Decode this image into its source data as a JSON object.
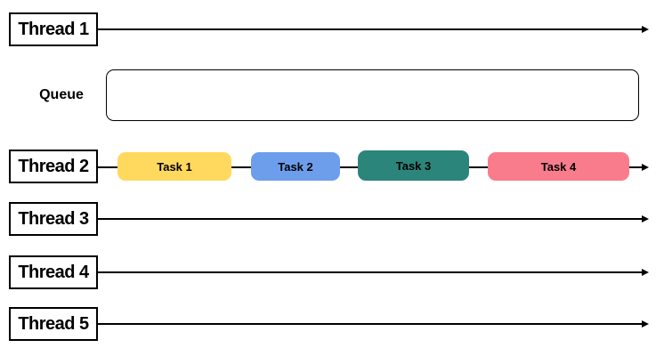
{
  "diagram": {
    "title_hint": "threads-and-queue-task-diagram",
    "threads": [
      {
        "label": "Thread 1"
      },
      {
        "label": "Thread 2"
      },
      {
        "label": "Thread 3"
      },
      {
        "label": "Thread 4"
      },
      {
        "label": "Thread 5"
      }
    ],
    "queue": {
      "label": "Queue"
    },
    "tasks": [
      {
        "label": "Task 1",
        "color": "#FFD95E"
      },
      {
        "label": "Task 2",
        "color": "#6D9EEB"
      },
      {
        "label": "Task 3",
        "color": "#2B857B"
      },
      {
        "label": "Task 4",
        "color": "#F97C8D"
      }
    ],
    "colors": {
      "line": "#000000",
      "box_border": "#000000",
      "background": "#FFFFFF"
    }
  }
}
